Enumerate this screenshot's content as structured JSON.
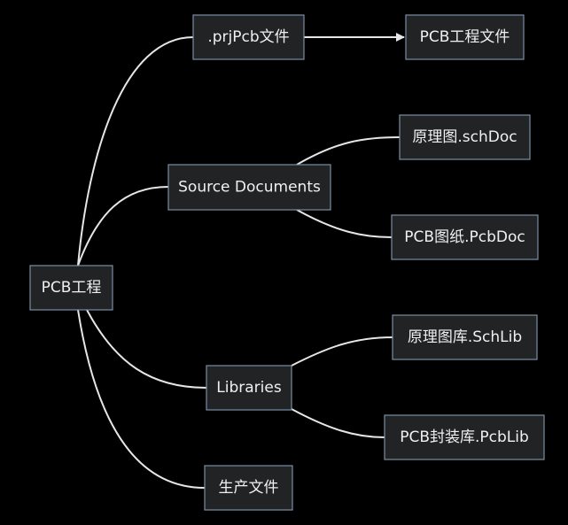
{
  "diagram": {
    "nodes": {
      "root": "PCB工程",
      "prj": ".prjPcb文件",
      "prj_child": "PCB工程文件",
      "source": "Source Documents",
      "sch": "原理图.schDoc",
      "pcbdoc": "PCB图纸.PcbDoc",
      "libs": "Libraries",
      "schlib": "原理图库.SchLib",
      "pcblib": "PCB封装库.PcbLib",
      "output": "生产文件"
    },
    "edges": [
      {
        "from": "root",
        "to": "prj"
      },
      {
        "from": "prj",
        "to": "prj_child",
        "arrow": true
      },
      {
        "from": "root",
        "to": "source"
      },
      {
        "from": "source",
        "to": "sch"
      },
      {
        "from": "source",
        "to": "pcbdoc"
      },
      {
        "from": "root",
        "to": "libs"
      },
      {
        "from": "libs",
        "to": "schlib"
      },
      {
        "from": "libs",
        "to": "pcblib"
      },
      {
        "from": "root",
        "to": "output"
      }
    ]
  }
}
